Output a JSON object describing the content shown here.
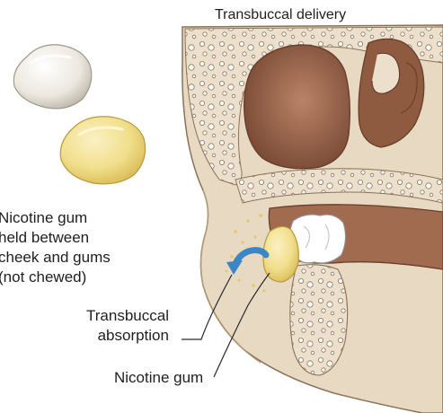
{
  "title": "Transbuccal delivery",
  "gum_caption": [
    "Nicotine gum",
    "held between",
    "cheek and gums",
    "(not chewed)"
  ],
  "absorption_label": [
    "Transbuccal",
    "absorption"
  ],
  "gum_label": "Nicotine gum",
  "icons": [
    "white-gum-piece-icon",
    "yellow-gum-piece-icon",
    "skull-cross-section",
    "absorption-arrow-icon",
    "nicotine-particles"
  ],
  "colors": {
    "background": "#ffffff",
    "bone": "#e8d9c2",
    "bone_outline": "#8a7358",
    "sinus": "#9c6a4e",
    "gum_yellow": "#f1df8c",
    "gum_white": "#f2efe8",
    "arrow": "#3d86c6"
  }
}
